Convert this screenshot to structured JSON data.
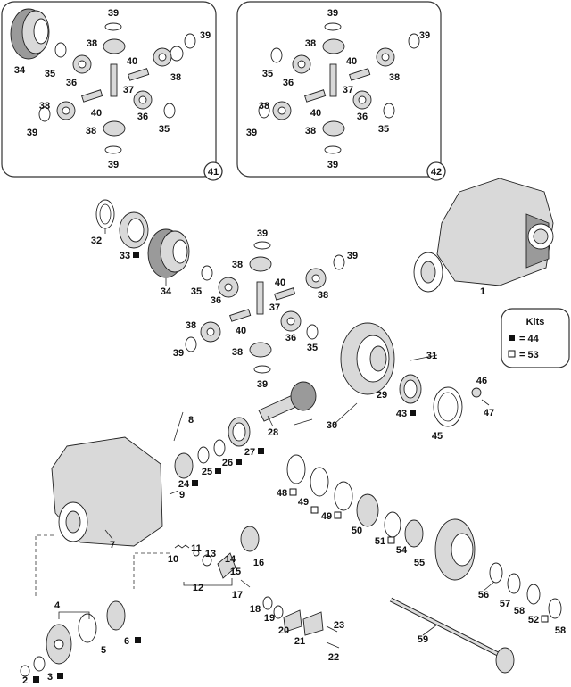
{
  "labels": {
    "p1": "1",
    "p2": "2",
    "p3": "3",
    "p4": "4",
    "p5": "5",
    "p6": "6",
    "p7": "7",
    "p8": "8",
    "p9": "9",
    "p10": "10",
    "p11": "11",
    "p12": "12",
    "p13": "13",
    "p14": "14",
    "p15": "15",
    "p16": "16",
    "p17": "17",
    "p18": "18",
    "p19": "19",
    "p20": "20",
    "p21": "21",
    "p22": "22",
    "p23": "23",
    "p24": "24",
    "p25": "25",
    "p26": "26",
    "p27": "27",
    "p28": "28",
    "p29": "29",
    "p30": "30",
    "p31": "31",
    "p32": "32",
    "p33": "33",
    "p34": "34",
    "p35": "35",
    "p36": "36",
    "p37": "37",
    "p38": "38",
    "p39": "39",
    "p40": "40",
    "p43": "43",
    "p45": "45",
    "p46": "46",
    "p47": "47",
    "p48": "48",
    "p49": "49",
    "p50": "50",
    "p51": "51",
    "p52": "52",
    "p54": "54",
    "p55": "55",
    "p56": "56",
    "p57": "57",
    "p58": "58",
    "p59": "59"
  },
  "callouts": {
    "c41": "41",
    "c42": "42"
  },
  "kits": {
    "title": "Kits",
    "items": [
      {
        "symbol": "filled-square",
        "text": "= 44"
      },
      {
        "symbol": "open-square",
        "text": "= 53"
      }
    ]
  }
}
